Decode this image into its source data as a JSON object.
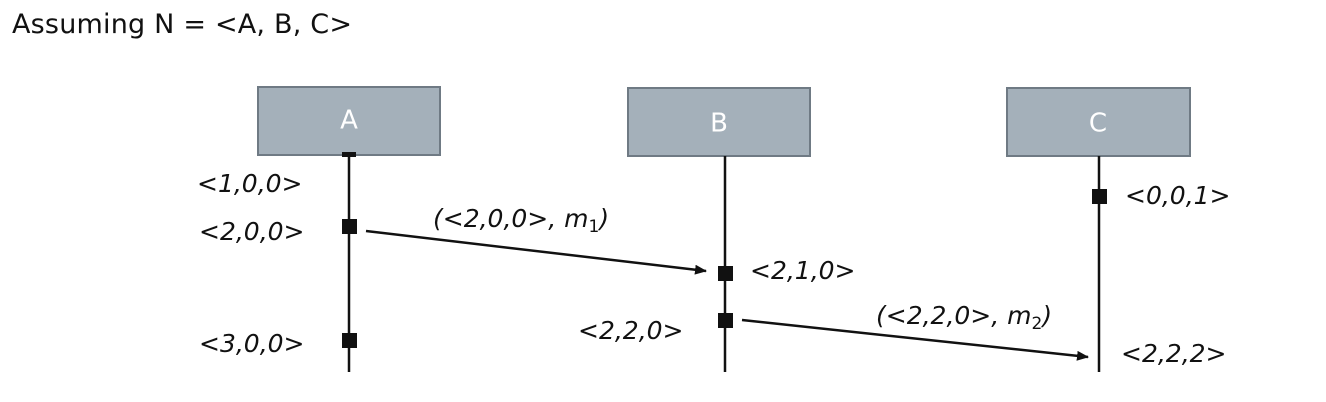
{
  "title": "Assuming N = <A, B, C>",
  "processes": {
    "a": "A",
    "b": "B",
    "c": "C"
  },
  "events": {
    "a1": "<1,0,0>",
    "a2": "<2,0,0>",
    "a3": "<3,0,0>",
    "b1": "<2,1,0>",
    "b2": "<2,2,0>",
    "c1": "<0,0,1>",
    "c2": "<2,2,2>"
  },
  "messages": {
    "m1": {
      "prefix": "(<2,0,0>, ",
      "name": "m",
      "sub": "1",
      "suffix": ")"
    },
    "m2": {
      "prefix": "(<2,2,0>, ",
      "name": "m",
      "sub": "2",
      "suffix": ")"
    }
  },
  "colors": {
    "process_box_fill": "#a4b0ba",
    "process_box_stroke": "#6f7a84",
    "line": "#111111"
  }
}
